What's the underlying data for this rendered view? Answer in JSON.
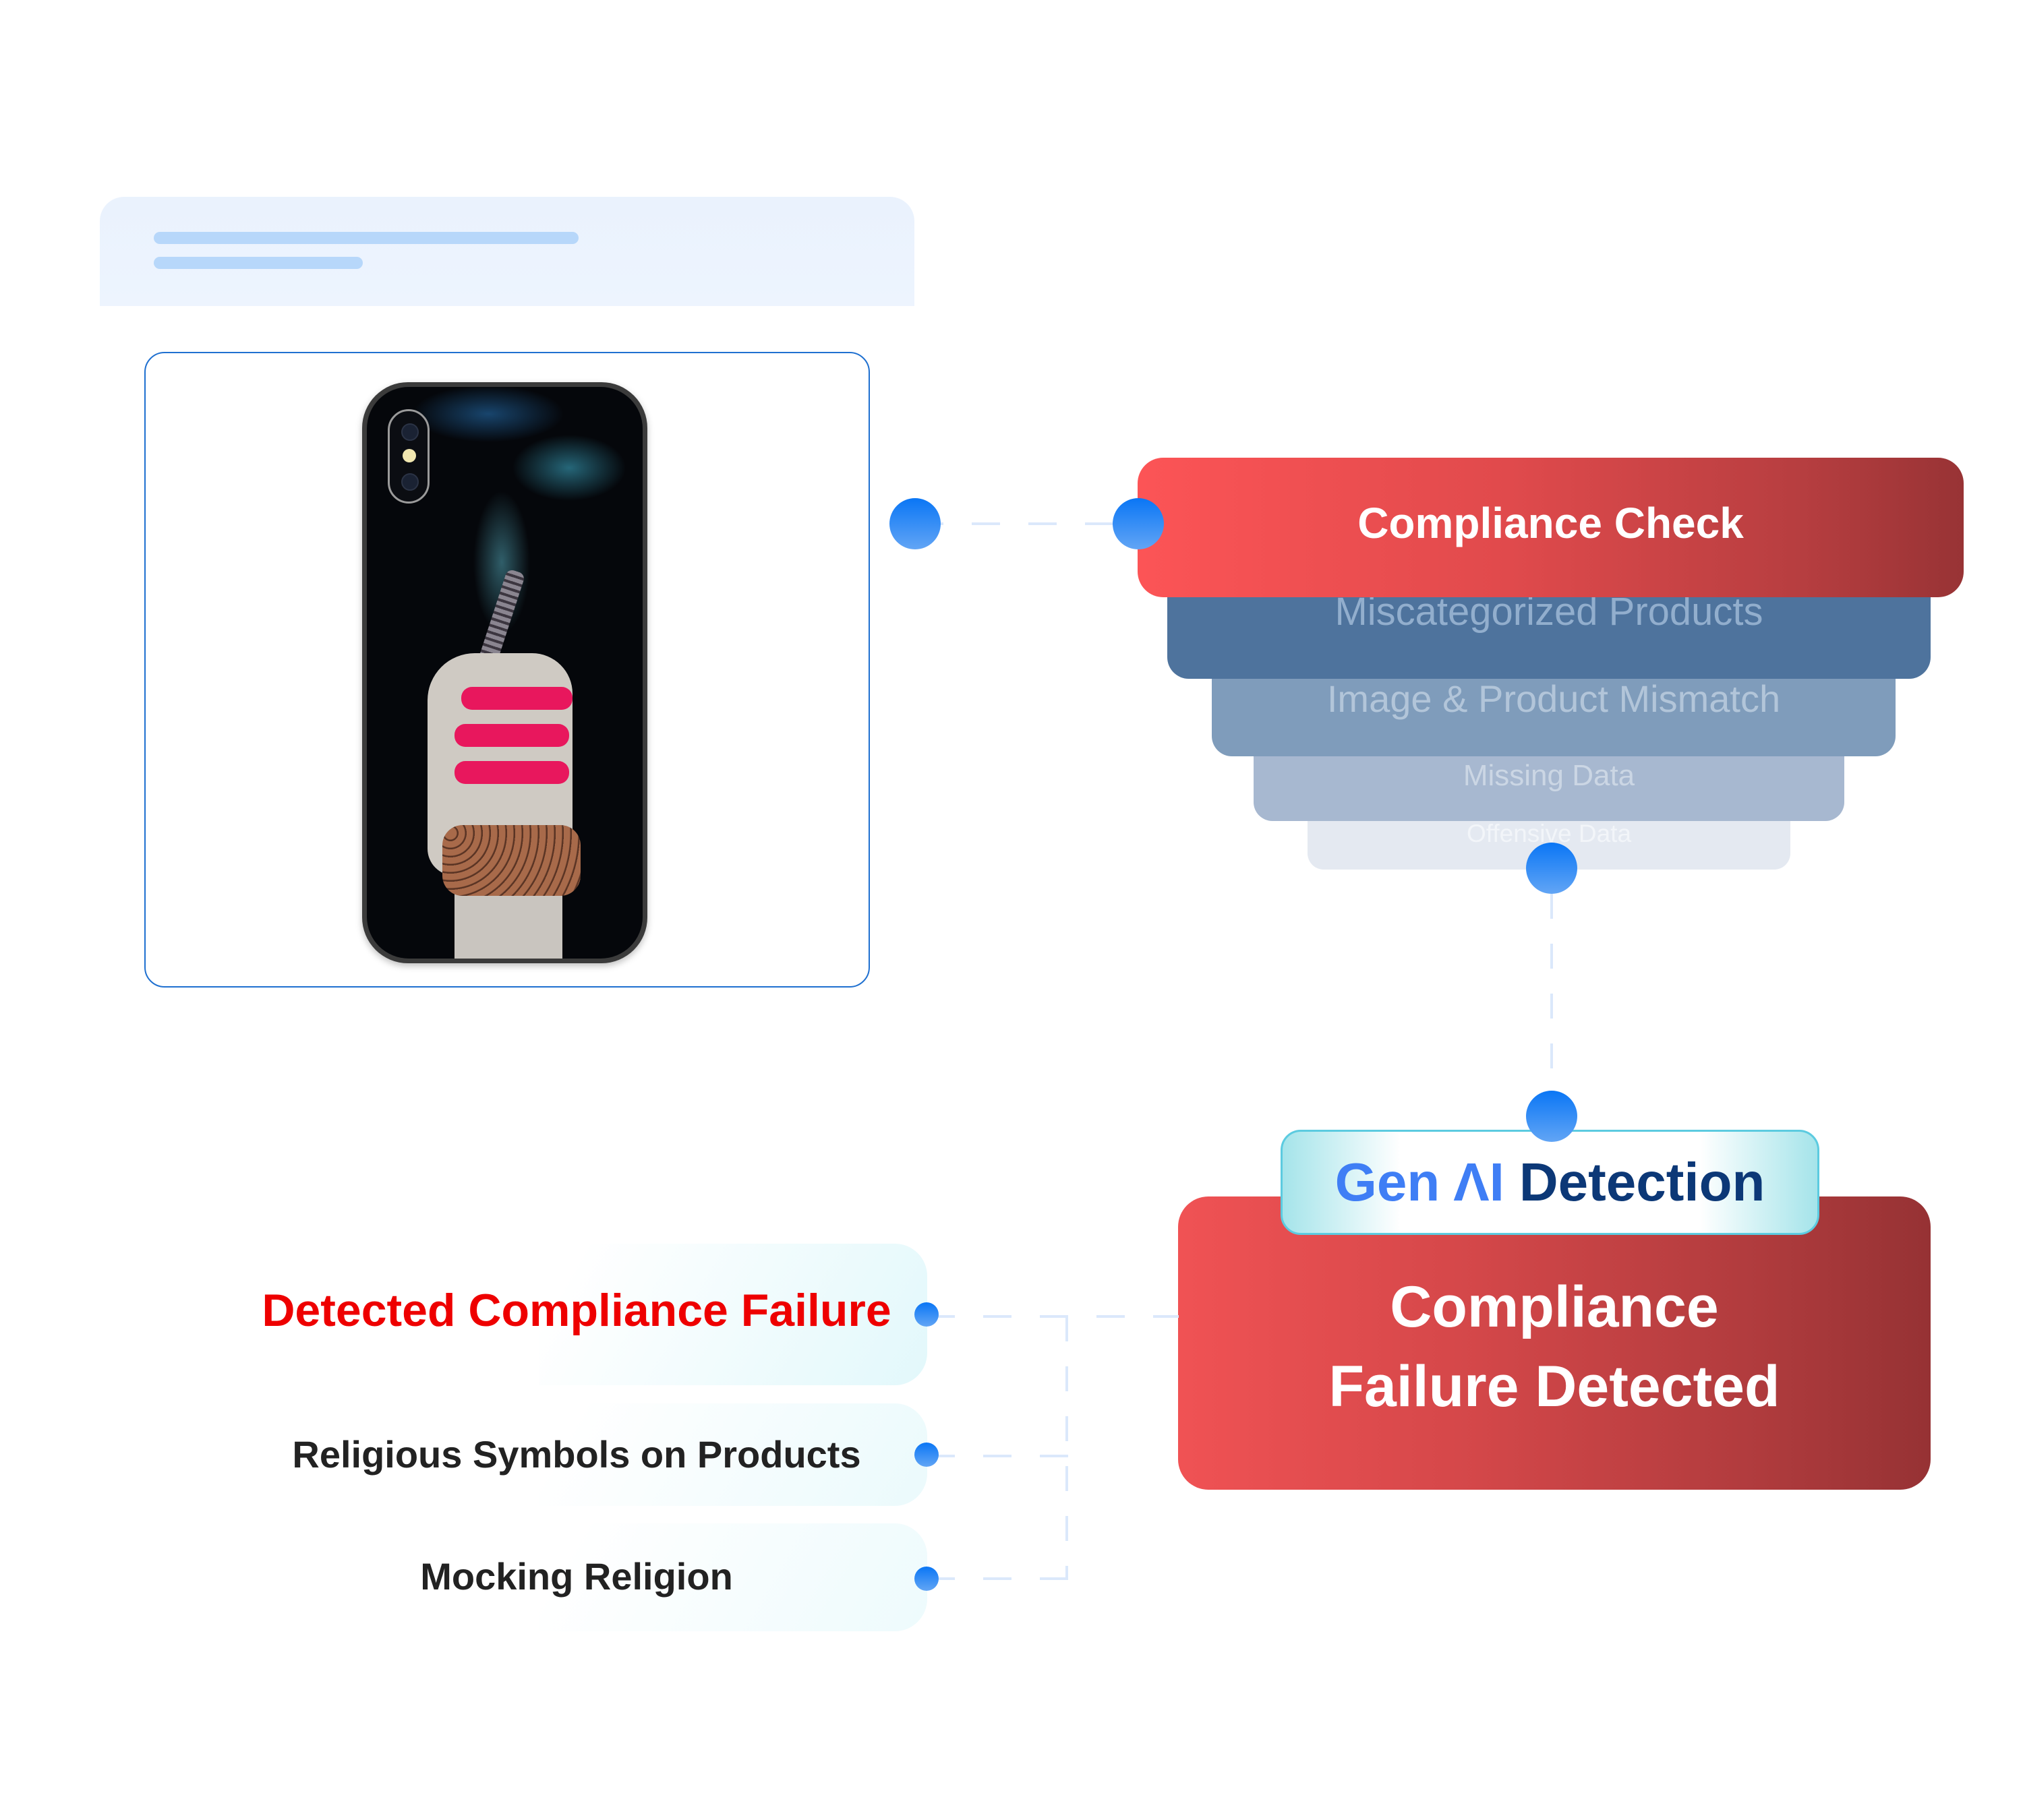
{
  "header_card": {
    "description": "placeholder text lines"
  },
  "product_card": {
    "image_alt": "Phone case printed with a hand holding a smoking chillum, red stripes and rudraksha beads"
  },
  "funnel": {
    "title": "Compliance Check",
    "tiers": [
      "Miscategorized Products",
      "Image & Product Mismatch",
      "Missing Data",
      "Offensive Data"
    ]
  },
  "badge": {
    "gen": "Gen",
    "ai": "ΛI",
    "detection": "Detection"
  },
  "result": {
    "line1": "Compliance",
    "line2": "Failure Detected"
  },
  "findings": [
    {
      "label": "Detected Compliance Failure",
      "highlight": true
    },
    {
      "label": "Religious Symbols on Products",
      "highlight": false
    },
    {
      "label": "Mocking Religion",
      "highlight": false
    }
  ],
  "colors": {
    "accent_red": "#fc5456",
    "failure_text": "#ee0000",
    "connector_dot": "#0a76f5",
    "badge_border": "#5ccbe0",
    "badge_dark": "#0c3877",
    "badge_light": "#3f7ef5"
  }
}
